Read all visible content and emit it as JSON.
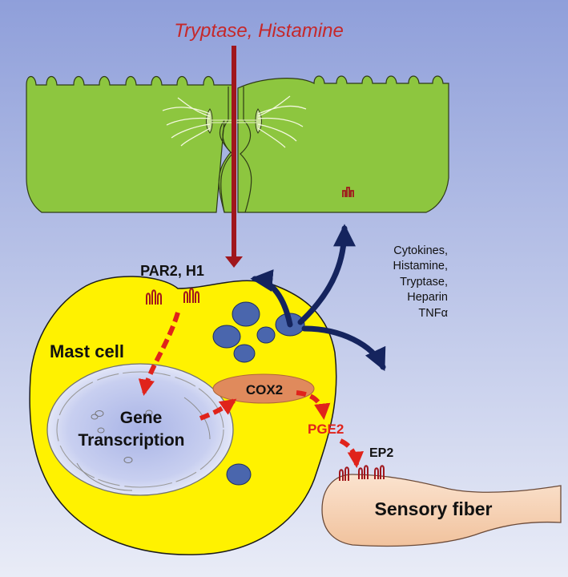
{
  "labels": {
    "top": "Tryptase, Histamine",
    "receptors": "PAR2, H1",
    "mast_cell": "Mast cell",
    "cox2": "COX2",
    "gene": "Gene",
    "transcription": "Transcription",
    "pge2": "PGE2",
    "ep2": "EP2",
    "sensory_fiber": "Sensory fiber",
    "mediators": [
      "Cytokines,",
      "Histamine,",
      "Tryptase,",
      "Heparin",
      "TNFα"
    ]
  },
  "colors": {
    "background_top": "#8f9fda",
    "background_bottom": "#e9ecf7",
    "epithelium": "#8dc63f",
    "mast_cell": "#fff200",
    "granule": "#4a66ad",
    "cox2": "#e08a5c",
    "dark_red": "#a0161c",
    "red": "#e0231b",
    "navy": "#15245e",
    "sensory_fiber": "#f8d8bd"
  }
}
